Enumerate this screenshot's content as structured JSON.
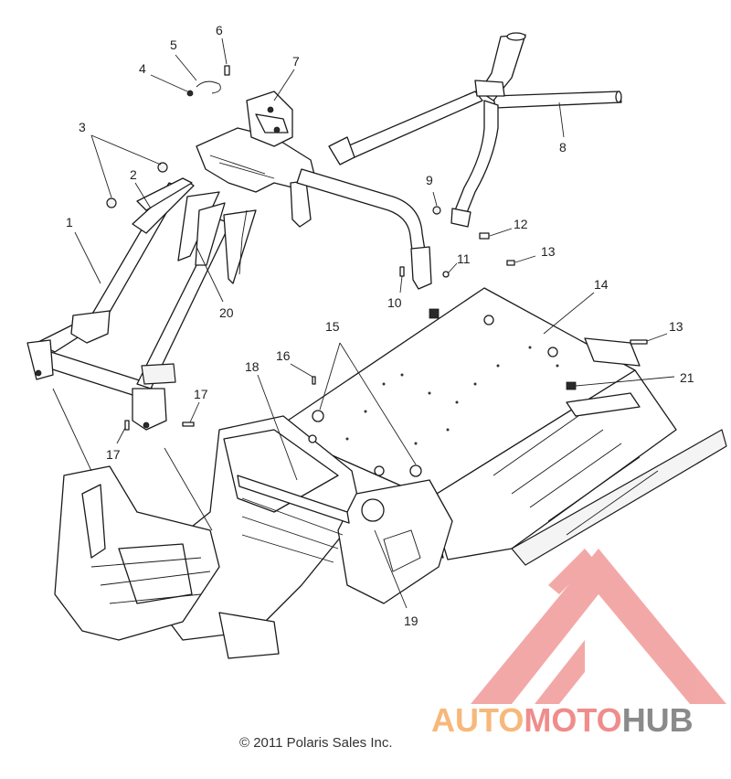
{
  "callouts": [
    {
      "id": "1",
      "label": "1"
    },
    {
      "id": "2",
      "label": "2"
    },
    {
      "id": "3",
      "label": "3"
    },
    {
      "id": "4",
      "label": "4"
    },
    {
      "id": "5",
      "label": "5"
    },
    {
      "id": "6",
      "label": "6"
    },
    {
      "id": "7",
      "label": "7"
    },
    {
      "id": "8",
      "label": "8"
    },
    {
      "id": "9",
      "label": "9"
    },
    {
      "id": "10",
      "label": "10"
    },
    {
      "id": "11",
      "label": "11"
    },
    {
      "id": "12",
      "label": "12"
    },
    {
      "id": "13a",
      "label": "13"
    },
    {
      "id": "13b",
      "label": "13"
    },
    {
      "id": "14",
      "label": "14"
    },
    {
      "id": "15",
      "label": "15"
    },
    {
      "id": "16",
      "label": "16"
    },
    {
      "id": "17a",
      "label": "17"
    },
    {
      "id": "17b",
      "label": "17"
    },
    {
      "id": "18",
      "label": "18"
    },
    {
      "id": "19",
      "label": "19"
    },
    {
      "id": "20",
      "label": "20"
    },
    {
      "id": "21",
      "label": "21"
    }
  ],
  "copyright": "© 2011 Polaris Sales Inc.",
  "watermark": {
    "part1": "AUTO",
    "part2": "MOTO",
    "part3": "HUB",
    "color_orange": "#f7b87a",
    "color_red": "#f08c8c",
    "color_gray": "#8a8a8a"
  }
}
